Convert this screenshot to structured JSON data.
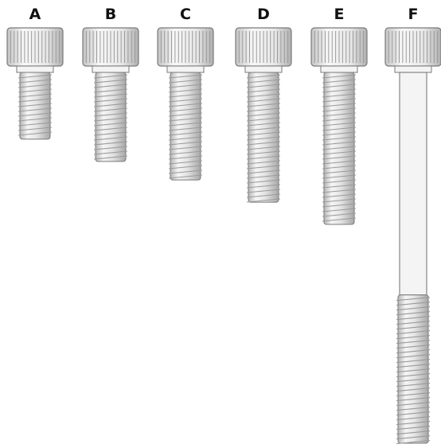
{
  "screws": [
    {
      "label": "A",
      "length_ratio": 0.18
    },
    {
      "label": "B",
      "length_ratio": 0.24
    },
    {
      "label": "C",
      "length_ratio": 0.29
    },
    {
      "label": "D",
      "length_ratio": 0.35
    },
    {
      "label": "E",
      "length_ratio": 0.41
    },
    {
      "label": "F",
      "length_ratio": 1.0,
      "threaded_ratio": 0.4
    }
  ],
  "colors": {
    "metal_light": "#f4f4f4",
    "metal_mid": "#d9d9d9",
    "metal_dark": "#9a9a9a",
    "outline": "#7a7a7a",
    "label": "#111111"
  }
}
